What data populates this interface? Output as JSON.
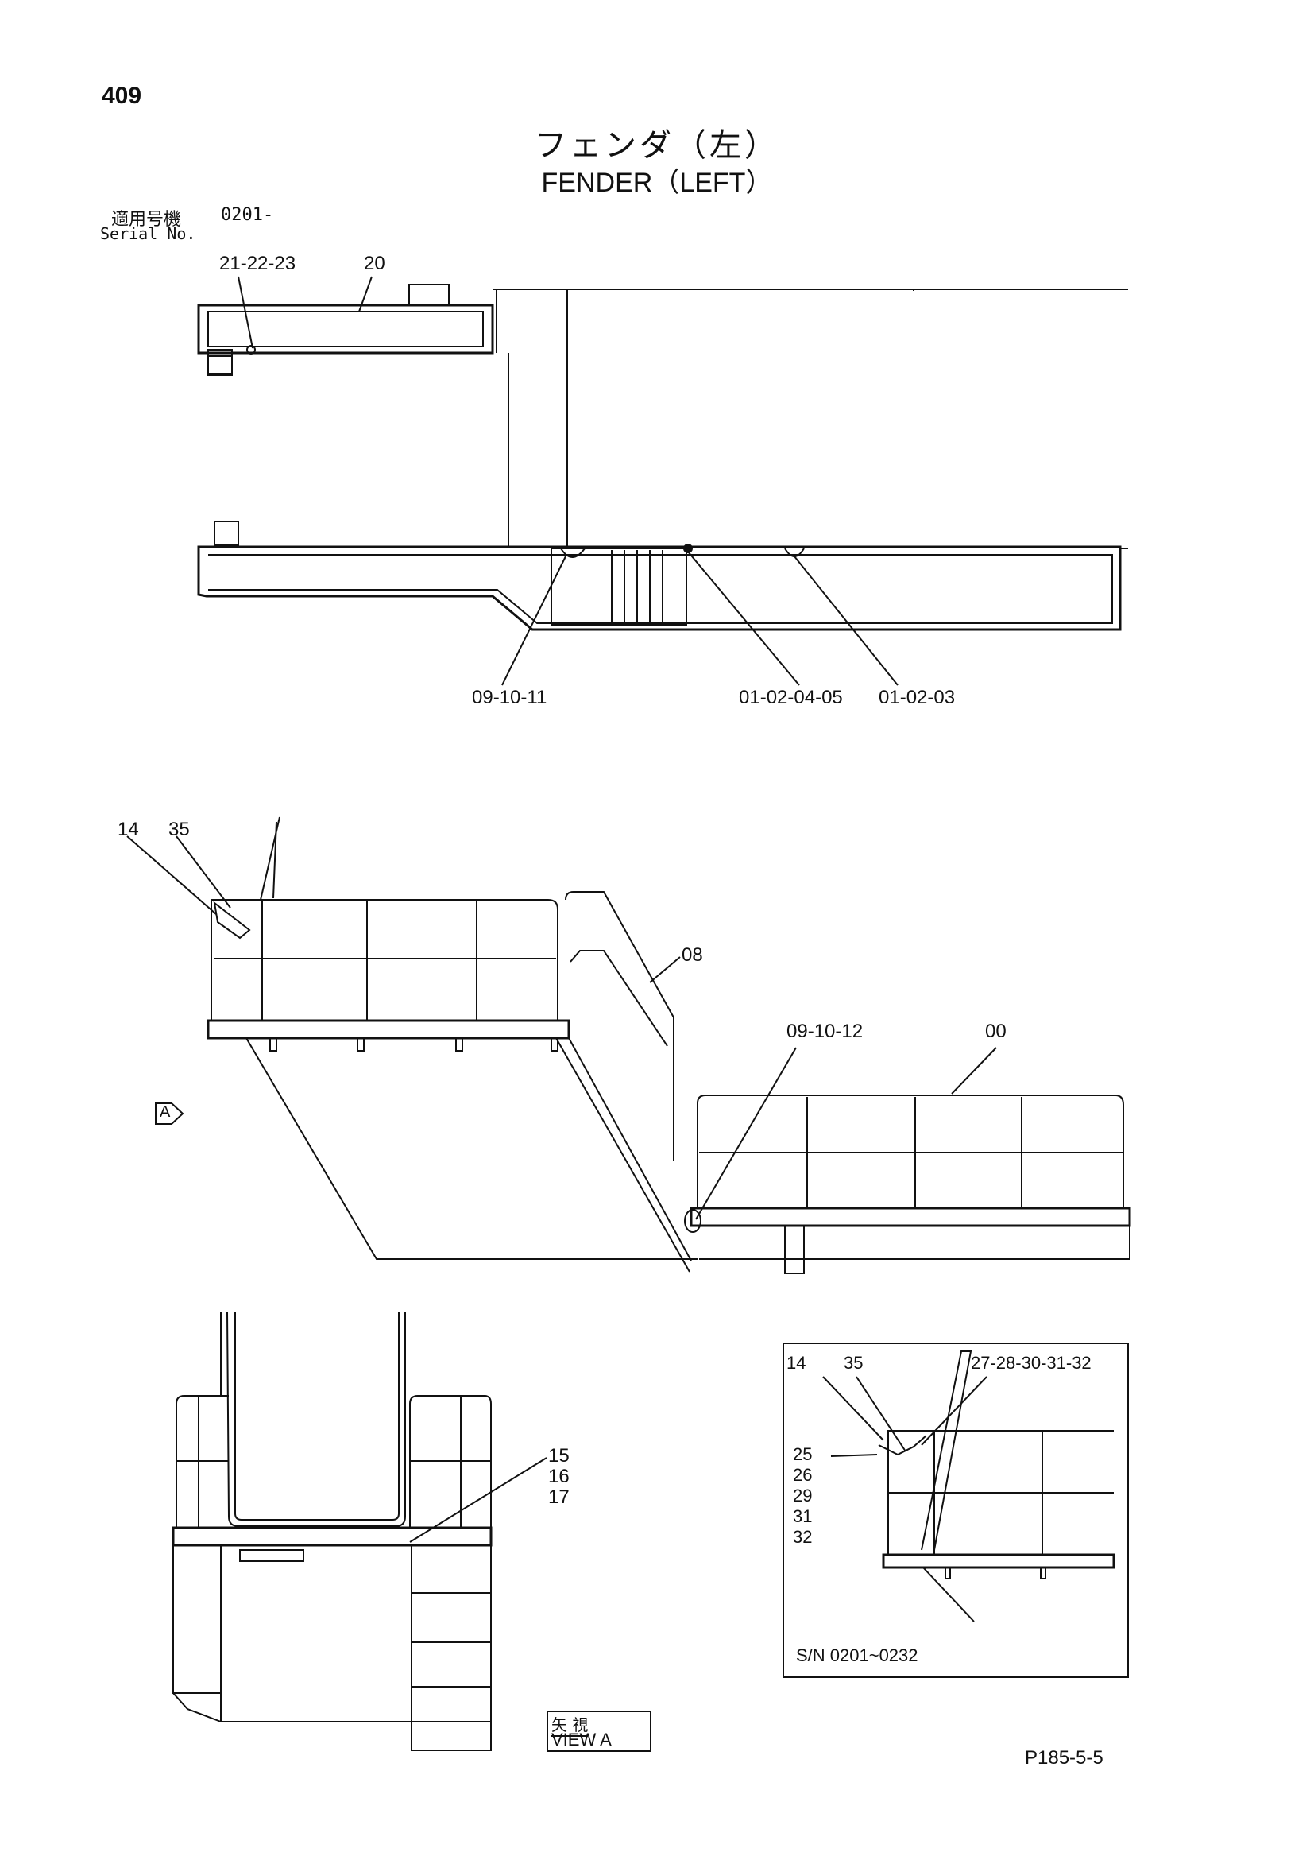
{
  "page_number": "409",
  "title_jp": "フェンダ（左）",
  "title_en": "FENDER（LEFT）",
  "serial": {
    "label_jp": "適用号機",
    "label_en": "Serial No.",
    "value": "0201-"
  },
  "top_view_labels": {
    "l1": "21-22-23",
    "l2": "20",
    "l3": "09-10-11",
    "l4": "01-02-04-05",
    "l5": "01-02-03"
  },
  "side_view_labels": {
    "l1": "14",
    "l2": "35",
    "l3": "08",
    "l4": "09-10-12",
    "l5": "00",
    "view_marker": "A"
  },
  "view_a_labels": {
    "l1": "15",
    "l2": "16",
    "l3": "17"
  },
  "view_a_caption": {
    "jp": "矢 視",
    "en": "VIEW A"
  },
  "inset": {
    "l1": "14",
    "l2": "35",
    "l3": "27-28-30-31-32",
    "stack": [
      "25",
      "26",
      "29",
      "31",
      "32"
    ],
    "serial_range": "S/N 0201~0232"
  },
  "footer_code": "P185-5-5"
}
